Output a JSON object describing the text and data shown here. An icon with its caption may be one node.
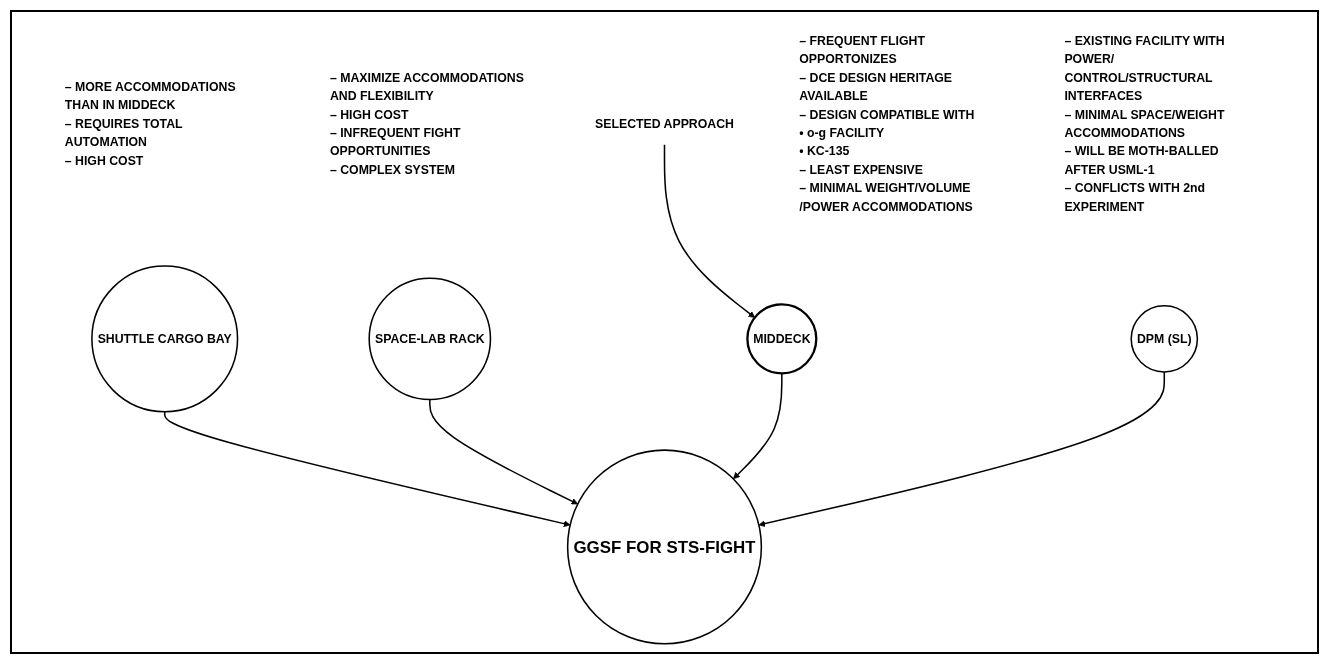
{
  "diagram": {
    "nodes": [
      {
        "text": [
          "SHUTTLE CARGO BAY"
        ],
        "beside": [
          "– MORE ACCOMMODATIONS THAN IN MIDDECK",
          "– REQUIRES TOTAL AUTOMATION",
          "– HIGH COST"
        ]
      },
      {
        "text": [
          "SPACE-LAB RACK"
        ],
        "beside": [
          "– MAXIMIZE ACCOMMODATIONS AND FLEXIBILITY",
          "– HIGH COST",
          "– INFREQUENT FIGHT OPPORTUNITIES",
          "– COMPLEX SYSTEM"
        ]
      },
      {
        "text": [
          "GGSF FOR STS-FIGHT"
        ]
      },
      {
        "text": [
          "SELECTED APPROACH"
        ]
      },
      {
        "text": [
          "MIDDECK"
        ],
        "beside": [
          "– FREQUENT FLIGHT OPPORTONIZES",
          "– DCE DESIGN HERITAGE AVAILABLE",
          "– DESIGN COMPATIBLE WITH",
          "• o-g FACILITY",
          "• KC-135",
          "– LEAST EXPENSIVE",
          "– MINIMAL WEIGHT/VOLUME /POWER ACCOMMODATIONS"
        ]
      },
      {
        "text": [
          "DPM (SL)"
        ],
        "beside": [
          "– EXISTING FACILITY WITH POWER/ CONTROL/STRUCTURAL INTERFACES",
          "– MINIMAL SPACE/WEIGHT ACCOMMODATIONS",
          "– WILL BE MOTH-BALLED AFTER USML-1",
          "– CONFLICTS WITH 2nd EXPERIMENT"
        ]
      }
    ],
    "edges": [
      {
        "from": 0,
        "to": 2,
        "arrow": "to"
      },
      {
        "from": 1,
        "to": 2,
        "arrow": "to"
      },
      {
        "from": 3,
        "to": 4,
        "arrow": "to"
      },
      {
        "from": 4,
        "to": 2,
        "arrow": "to"
      },
      {
        "from": 5,
        "to": 2,
        "arrow": "to"
      }
    ]
  }
}
